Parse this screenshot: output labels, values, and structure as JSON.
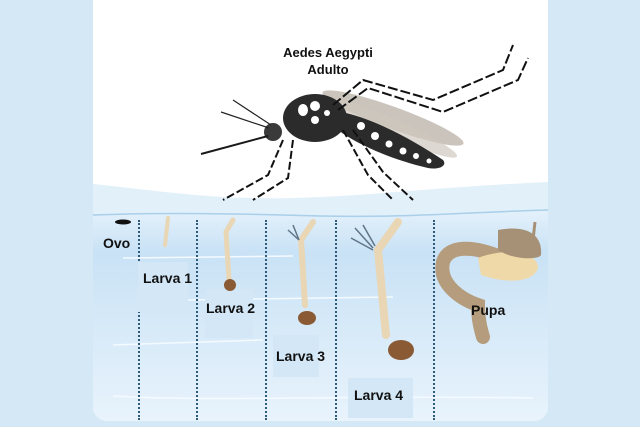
{
  "diagram": {
    "title_line1": "Aedes Aegypti",
    "title_line2": "Adulto",
    "stages": [
      {
        "id": "ovo",
        "label": "Ovo"
      },
      {
        "id": "larva1",
        "label": "Larva 1"
      },
      {
        "id": "larva2",
        "label": "Larva 2"
      },
      {
        "id": "larva3",
        "label": "Larva 3"
      },
      {
        "id": "larva4",
        "label": "Larva 4"
      },
      {
        "id": "pupa",
        "label": "Pupa"
      }
    ],
    "colors": {
      "background": "#d4e8f6",
      "panel": "#ffffff",
      "water_top": "#c9e2f5",
      "water_bottom": "#e6f2fb",
      "larva_body": "#e8d6b4",
      "larva_head": "#8a5a35",
      "pupa_body": "#b49c7c",
      "mosquito_body": "#2b2b2b",
      "divider": "#2f5b7a"
    }
  }
}
